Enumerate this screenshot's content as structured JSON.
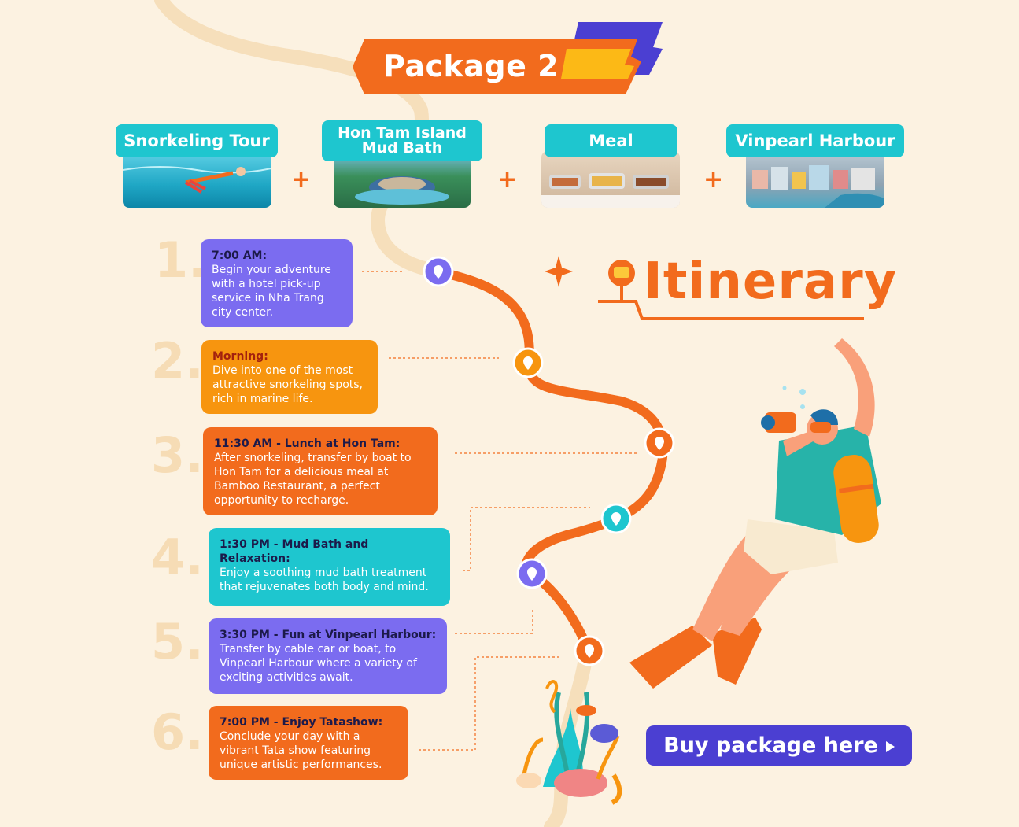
{
  "package": {
    "title": "Package 2"
  },
  "features": [
    {
      "label": "Snorkeling Tour"
    },
    {
      "label": "Hon Tam Island Mud Bath"
    },
    {
      "label": "Meal"
    },
    {
      "label": "Vinpearl Harbour"
    }
  ],
  "plus_sign": "+",
  "itinerary_title": "Itinerary",
  "steps": [
    {
      "number": "1.",
      "heading": "7:00 AM:",
      "text": "Begin your adventure with a hotel pick-up service in Nha Trang city center."
    },
    {
      "number": "2.",
      "heading": "Morning:",
      "text": "Dive into one of the most attractive snorkeling spots, rich in marine life."
    },
    {
      "number": "3.",
      "heading": "11:30 AM - Lunch at Hon Tam:",
      "text": "After snorkeling, transfer by boat to Hon Tam for a delicious meal at Bamboo Restaurant, a perfect opportunity to recharge."
    },
    {
      "number": "4.",
      "heading": "1:30 PM - Mud Bath and Relaxation:",
      "text": "Enjoy a soothing mud bath treatment that rejuvenates both body and mind."
    },
    {
      "number": "5.",
      "heading": "3:30 PM - Fun at Vinpearl Harbour:",
      "text": "Transfer by cable car or boat, to Vinpearl Harbour where a variety of exciting activities await."
    },
    {
      "number": "6.",
      "heading": "7:00 PM - Enjoy Tatashow:",
      "text": "Conclude your day with a vibrant Tata show featuring unique artistic performances."
    }
  ],
  "buy_button": {
    "label": "Buy package here"
  },
  "colors": {
    "background": "#fcf2e1",
    "orange": "#f26b1d",
    "purple": "#7b6cf0",
    "amber": "#f7950f",
    "teal": "#1ec6cf",
    "indigo": "#4b3fd2",
    "heading_dark": "#1c1a4a"
  }
}
